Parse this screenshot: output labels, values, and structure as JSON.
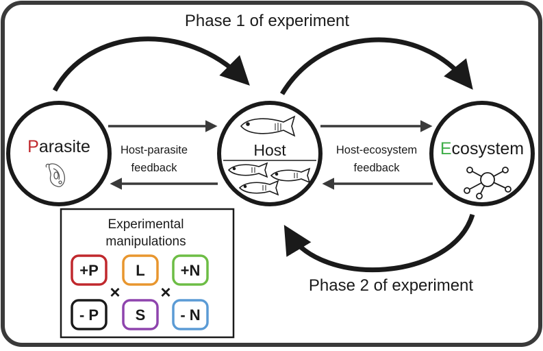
{
  "phase_labels": {
    "top": "Phase 1 of experiment",
    "bottom": "Phase 2 of experiment"
  },
  "nodes": {
    "parasite": {
      "initial": "P",
      "rest": "arasite",
      "initial_color": "#c0282d",
      "icon": "parasite-icon"
    },
    "host": {
      "label": "Host",
      "icon": "fish-icon"
    },
    "ecosystem": {
      "initial": "E",
      "rest": "cosystem",
      "initial_color": "#3fae49",
      "icon": "network-icon"
    }
  },
  "feedback": {
    "host_parasite": {
      "line1": "Host-parasite",
      "line2": "feedback"
    },
    "host_ecosystem": {
      "line1": "Host-ecosystem",
      "line2": "feedback"
    }
  },
  "manipulations": {
    "title_line1": "Experimental",
    "title_line2": "manipulations",
    "times_symbol": "×",
    "cells": [
      {
        "label": "+P",
        "color": "#c0282d"
      },
      {
        "label": "L",
        "color": "#e8962e"
      },
      {
        "label": "+N",
        "color": "#6dbd45"
      },
      {
        "label": "- P",
        "color": "#1a1a1a"
      },
      {
        "label": "S",
        "color": "#8e44ad"
      },
      {
        "label": "- N",
        "color": "#5b9bd5"
      }
    ]
  }
}
